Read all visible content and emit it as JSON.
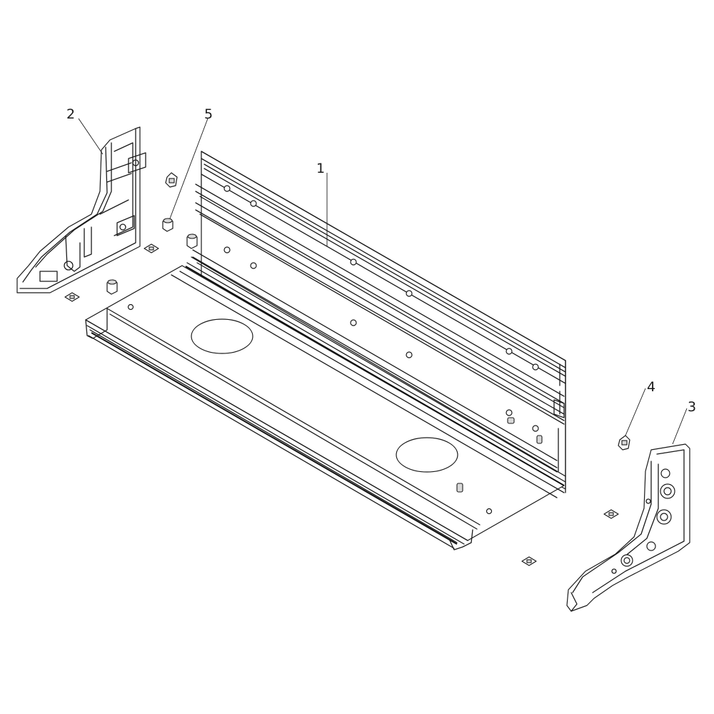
{
  "callouts": {
    "part_1": "1",
    "part_2": "2",
    "part_3": "3",
    "part_4": "4",
    "part_5": "5"
  },
  "colors": {
    "line": "#1a1a1a",
    "background": "#ffffff",
    "shade": "#d9d9d9"
  }
}
